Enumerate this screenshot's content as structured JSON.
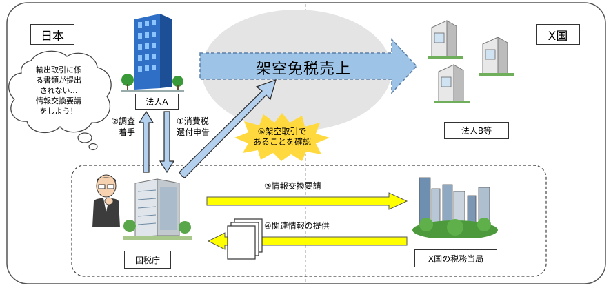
{
  "regions": {
    "left": "日本",
    "right": "X国"
  },
  "entities": {
    "corp_a": "法人A",
    "corp_b": "法人B等",
    "nta": "国税庁",
    "x_tax": "X国の税務当局"
  },
  "main_arrow": "架空免税売上",
  "thought_bubble": "輸出取引に係\nる書類が提出\nされない…\n情報交換要請\nをしよう！",
  "steps": {
    "s1": "①消費税\n還付申告",
    "s2": "②調査\n着手",
    "s3": "③情報交換要請",
    "s4": "④関連情報の提供",
    "s5": "⑤架空取引で\nあることを確認"
  },
  "colors": {
    "main_arrow_fill": "#9dc3e6",
    "main_arrow_stroke": "#5b7fa8",
    "yellow_arrow": "#ffff00",
    "burst": "#ffd93d",
    "ellipse": "#e4e4e4"
  }
}
